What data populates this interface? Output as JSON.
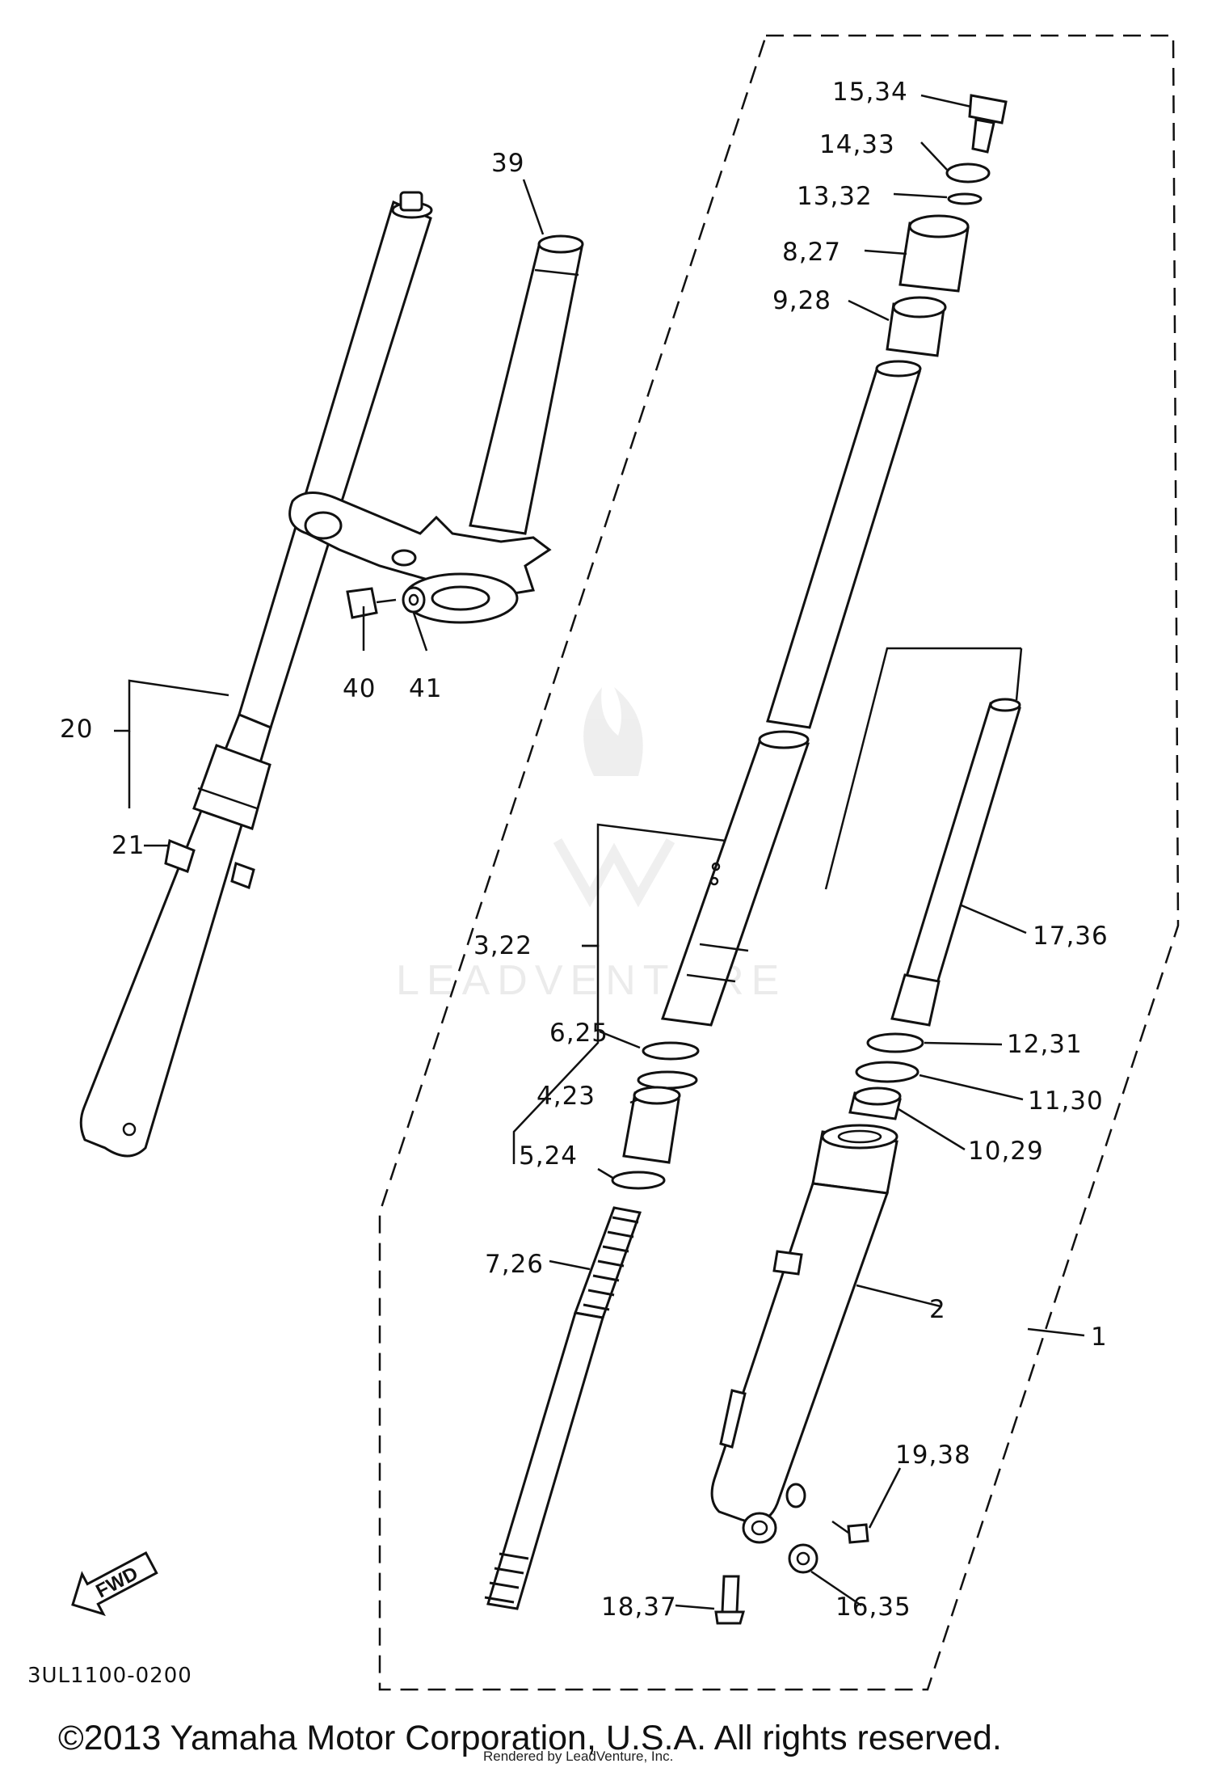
{
  "diagram": {
    "code": "3UL1100-0200",
    "copyright": "©2013 Yamaha Motor Corporation, U.S.A. All rights reserved.",
    "rendered_by": "Rendered by LeadVenture, Inc.",
    "watermark": "LEADVENTURE",
    "fwd_label": "FWD",
    "callouts": [
      "15,34",
      "14,33",
      "13,32",
      "8,27",
      "9,28",
      "39",
      "40",
      "41",
      "20",
      "21",
      "3,22",
      "17,36",
      "6,25",
      "12,31",
      "4,23",
      "11,30",
      "5,24",
      "10,29",
      "7,26",
      "2",
      "1",
      "19,38",
      "18,37",
      "16,35"
    ]
  }
}
